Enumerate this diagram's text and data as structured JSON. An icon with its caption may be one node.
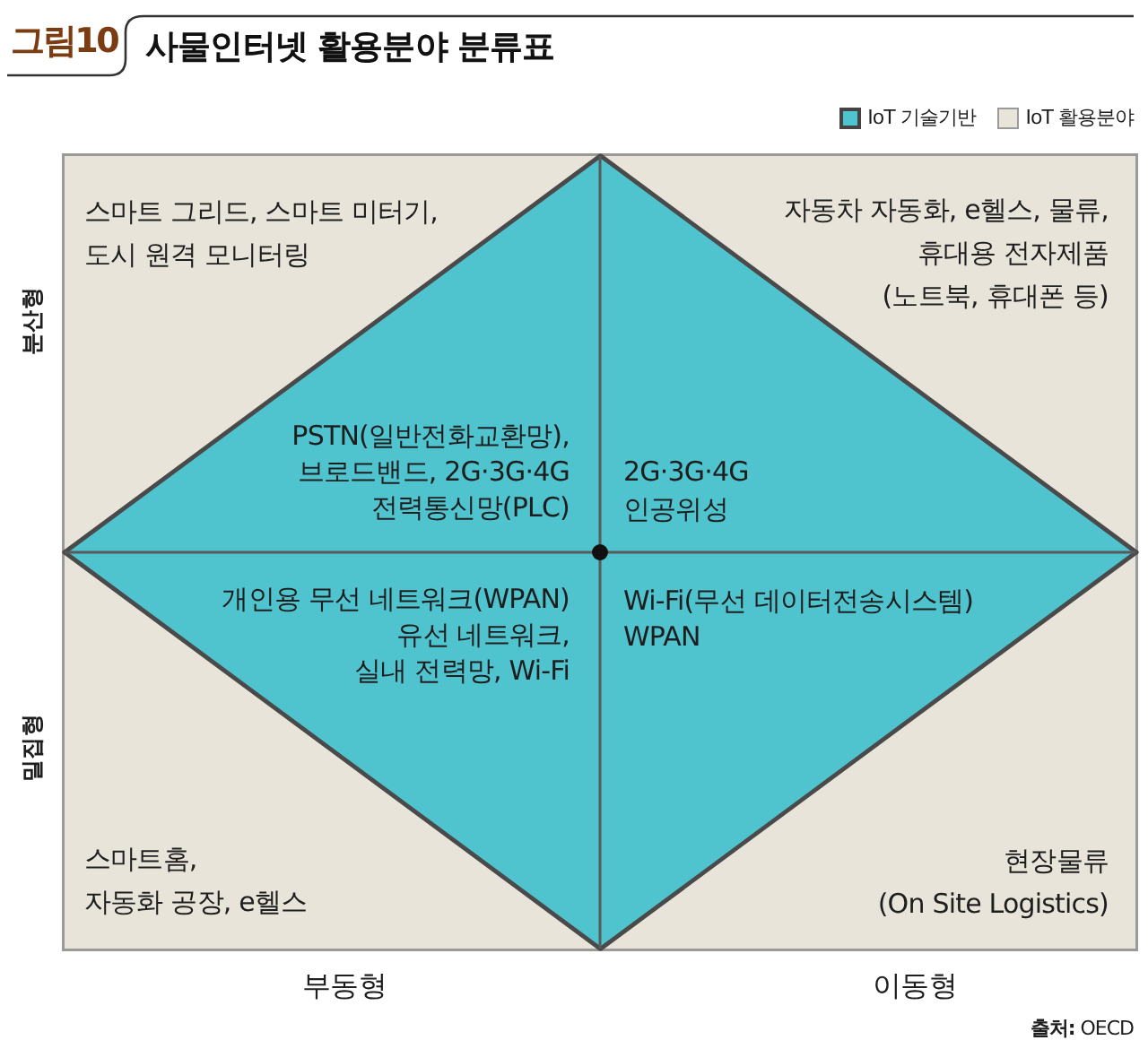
{
  "diagram": {
    "title": "사물인터넷 활용분야 분류표",
    "caption": "**출처:** OECD",
    "nodes": [
      {
        "text": [
          "스마트 그리드, 스마트 미터기, 도시 원격 모니터링",
          "자동차 자동화, e헬스, 물류, 휴대용 전자제품 (노트북, 휴대폰 등)",
          "스마트홈, 자동화 공장, e헬스",
          "현장물류 (On Site Logistics)"
        ]
      },
      {
        "text": [
          "PSTN(일반전화교환망), 브로드밴드, 2G·3G·4G 전력통신망(PLC)"
        ],
        "in": 0
      },
      {
        "text": [
          "2G·3G·4G 인공위성"
        ],
        "in": 0
      },
      {
        "text": [
          "개인용 무선 네트워크(WPAN) 유선 네트워크, 실내 전력망, Wi-Fi"
        ],
        "in": 0
      },
      {
        "text": [
          "Wi-Fi(무선 데이터전송시스템) WPAN"
        ],
        "in": 0
      }
    ],
    "labels": [
      "그림10",
      "분산형",
      "밀집형",
      "부동형",
      "이동형"
    ],
    "legend": [
      {
        "text": "IoT 기술기반",
        "color": "#4fc3ce"
      },
      {
        "text": "IoT 활용분야",
        "color": "#e8e4da"
      }
    ]
  }
}
